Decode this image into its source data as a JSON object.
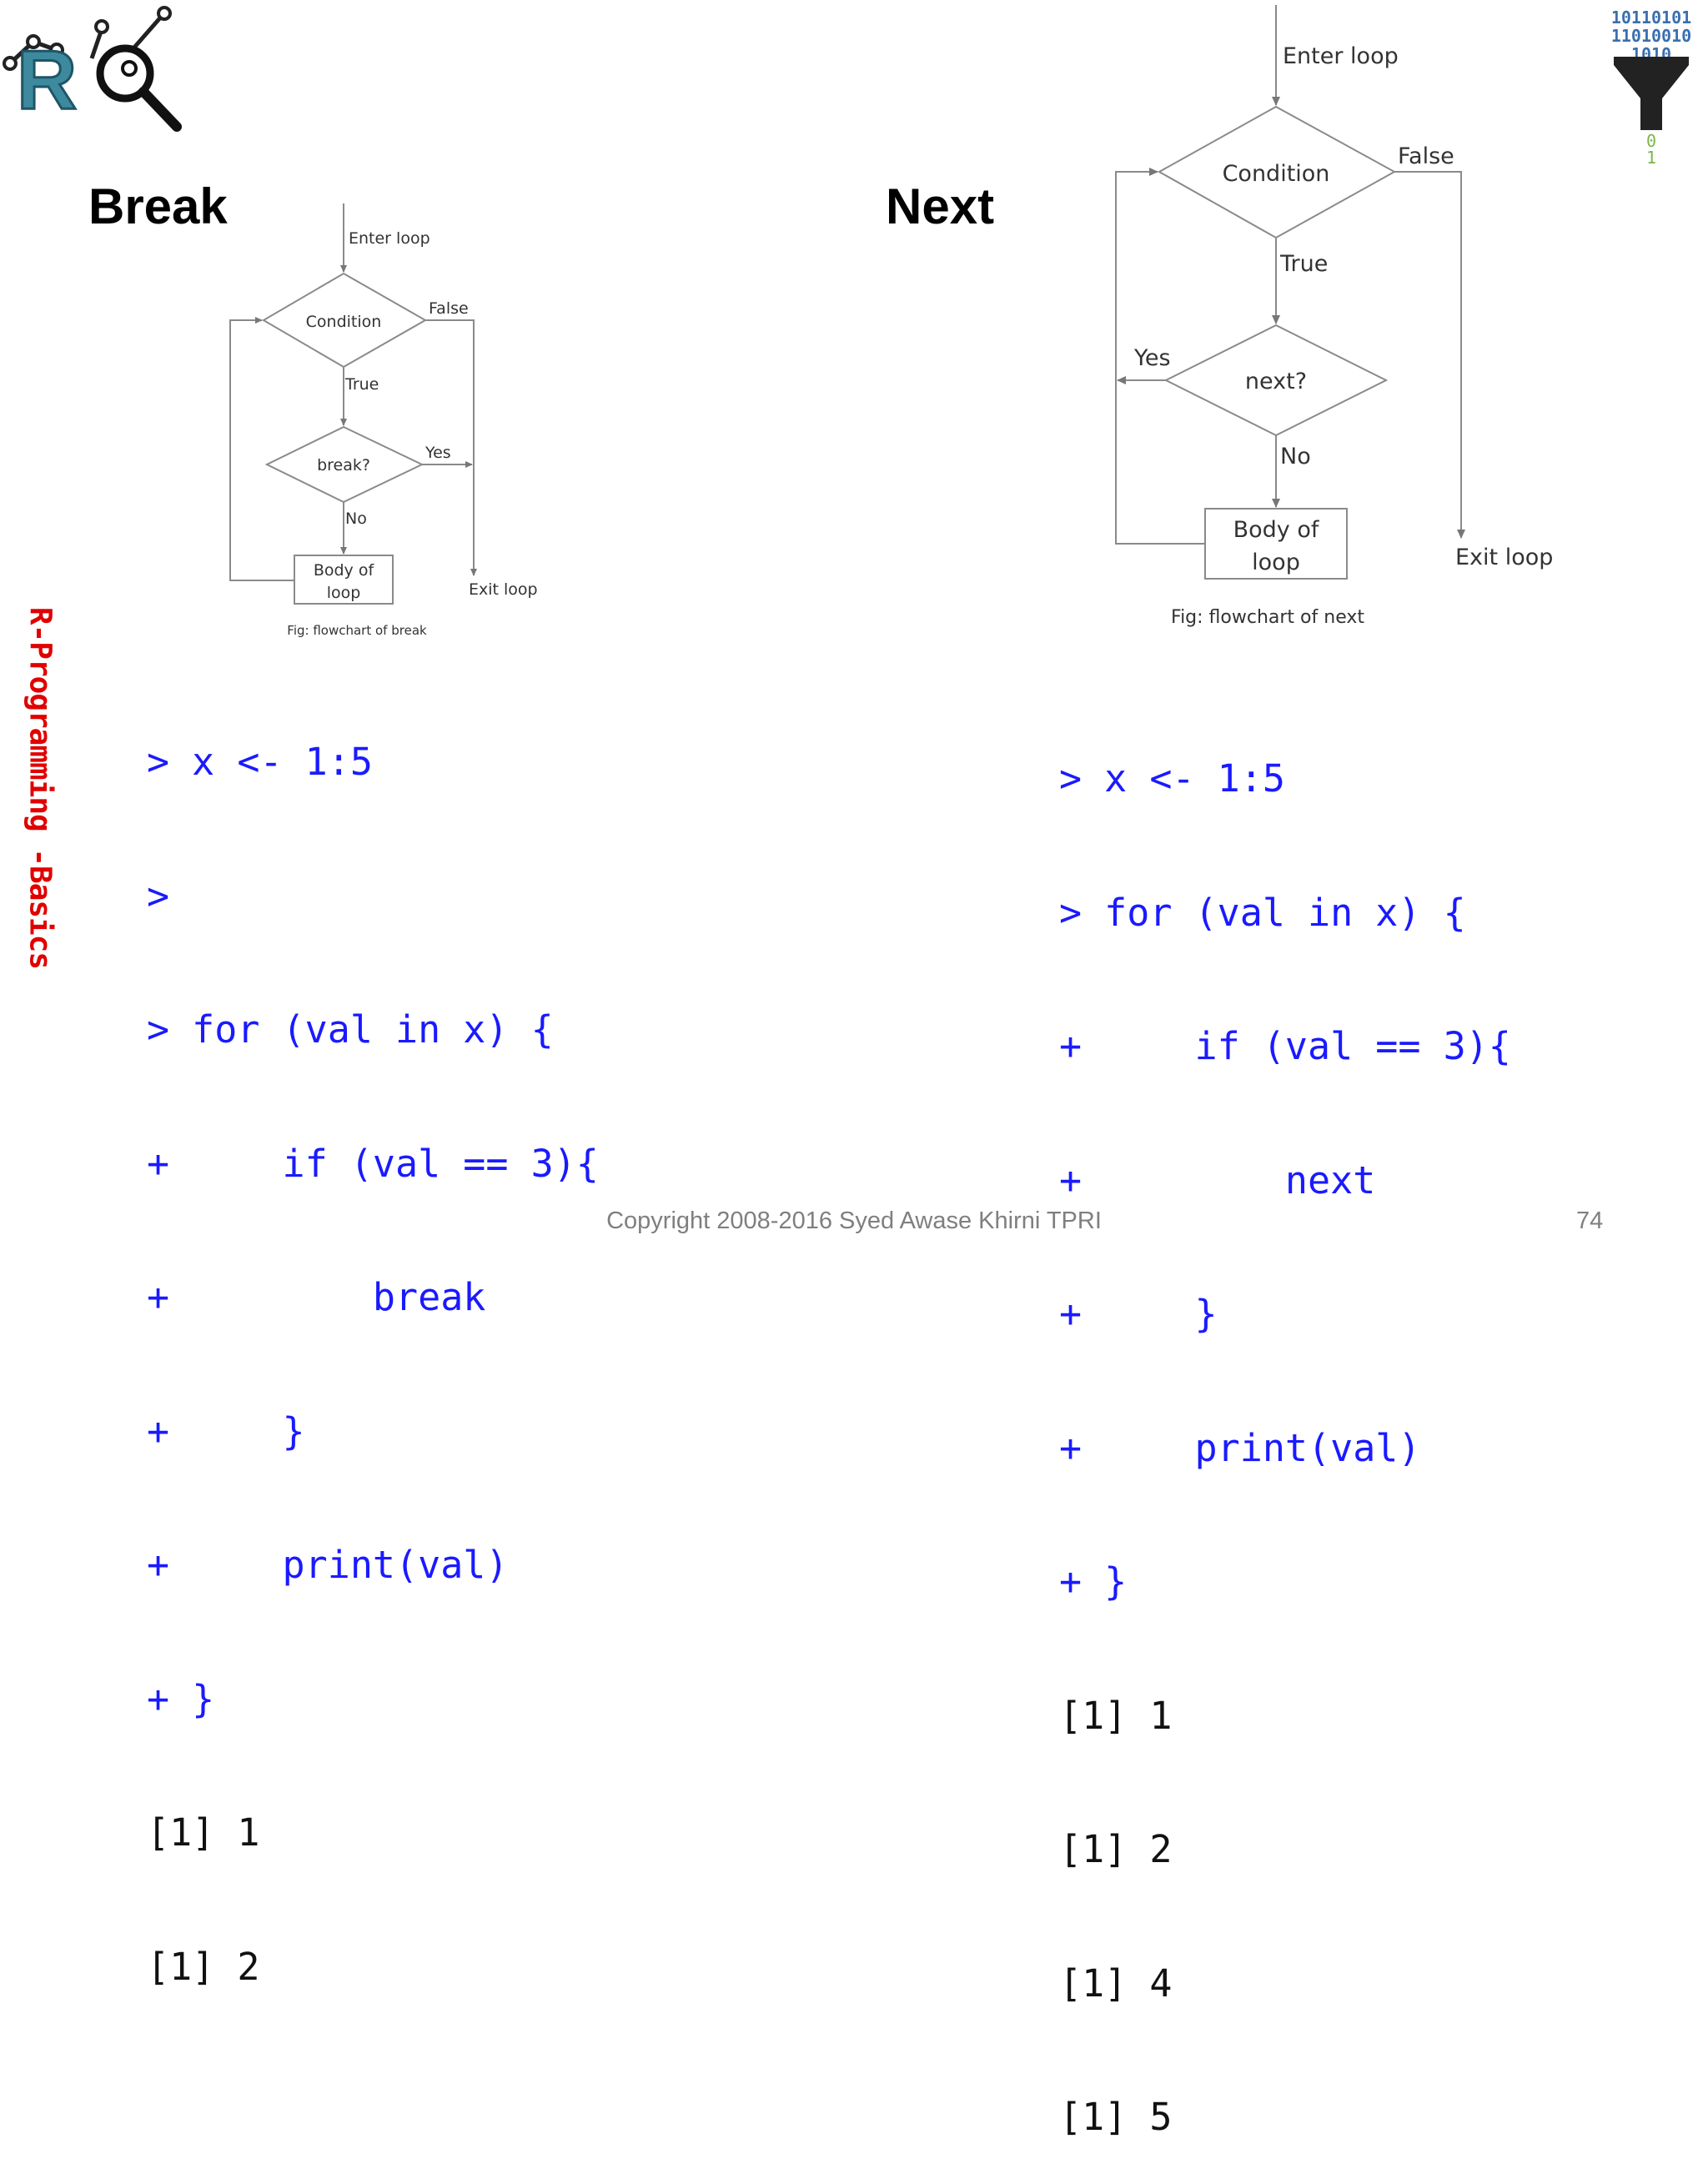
{
  "logo": {
    "letter": "R"
  },
  "binary_icon": {
    "line1": "10110101",
    "line2": "11010010",
    "line3": "1010",
    "out1": "0",
    "out2": "1"
  },
  "side_label": "R-Programming -Basics",
  "break_section": {
    "heading": "Break",
    "flowchart": {
      "enter": "Enter loop",
      "condition": "Condition",
      "false_label": "False",
      "true_label": "True",
      "decision": "break?",
      "yes_label": "Yes",
      "no_label": "No",
      "body_line1": "Body of",
      "body_line2": "loop",
      "exit": "Exit loop",
      "caption": "Fig: flowchart of break"
    },
    "code": [
      "> x <- 1:5",
      ">",
      "> for (val in x) {",
      "+     if (val == 3){",
      "+         break",
      "+     }",
      "+     print(val)",
      "+ }"
    ],
    "output": [
      "[1] 1",
      "[1] 2"
    ]
  },
  "next_section": {
    "heading": "Next",
    "flowchart": {
      "enter": "Enter loop",
      "condition": "Condition",
      "false_label": "False",
      "true_label": "True",
      "decision": "next?",
      "yes_label": "Yes",
      "no_label": "No",
      "body_line1": "Body of",
      "body_line2": "loop",
      "exit": "Exit loop",
      "caption": "Fig: flowchart of next"
    },
    "code": [
      "> x <- 1:5",
      "> for (val in x) {",
      "+     if (val == 3){",
      "+         next",
      "+     }",
      "+     print(val)",
      "+ }"
    ],
    "output": [
      "[1] 1",
      "[1] 2",
      "[1] 4",
      "[1] 5"
    ]
  },
  "footer": {
    "copyright": "Copyright 2008-2016 Syed Awase Khirni TPRI",
    "page_number": "74"
  },
  "colors": {
    "code": "#1a1aff",
    "output": "#111111",
    "side_label": "#e00000",
    "logo_teal": "#3d8a9e",
    "binary_blue": "#3a6fb0",
    "binary_green": "#7ab648"
  }
}
